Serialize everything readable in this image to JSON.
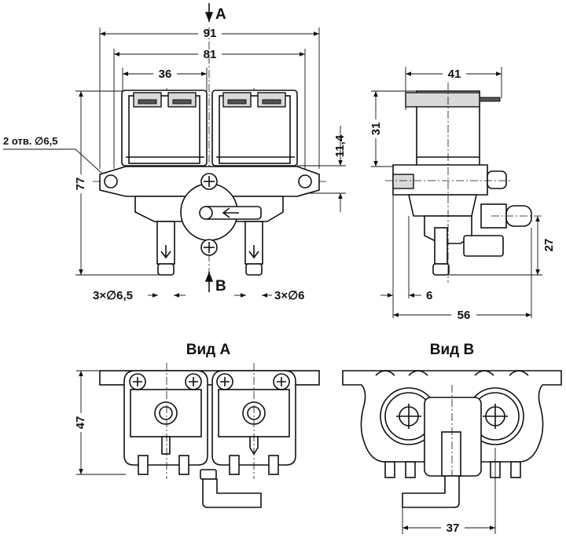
{
  "front_view": {
    "arrow_top_label": "A",
    "arrow_bottom_label": "B",
    "dim_overall_width": "91",
    "dim_mount_pitch": "81",
    "dim_coil_width": "36",
    "dim_height": "77",
    "dim_flange_thickness": "11,4",
    "holes_note": "2 отв. ∅6,5",
    "outlet_diam_left": "3×∅6,5",
    "outlet_diam_right": "3×∅6"
  },
  "side_view": {
    "dim_top_width": "41",
    "dim_top_height": "31",
    "dim_inlet_height": "27",
    "dim_offset": "6",
    "dim_depth": "56"
  },
  "view_a": {
    "title": "Вид А",
    "dim_height": "47"
  },
  "view_b": {
    "title": "Вид В",
    "dim_outlet_spacing": "37"
  }
}
